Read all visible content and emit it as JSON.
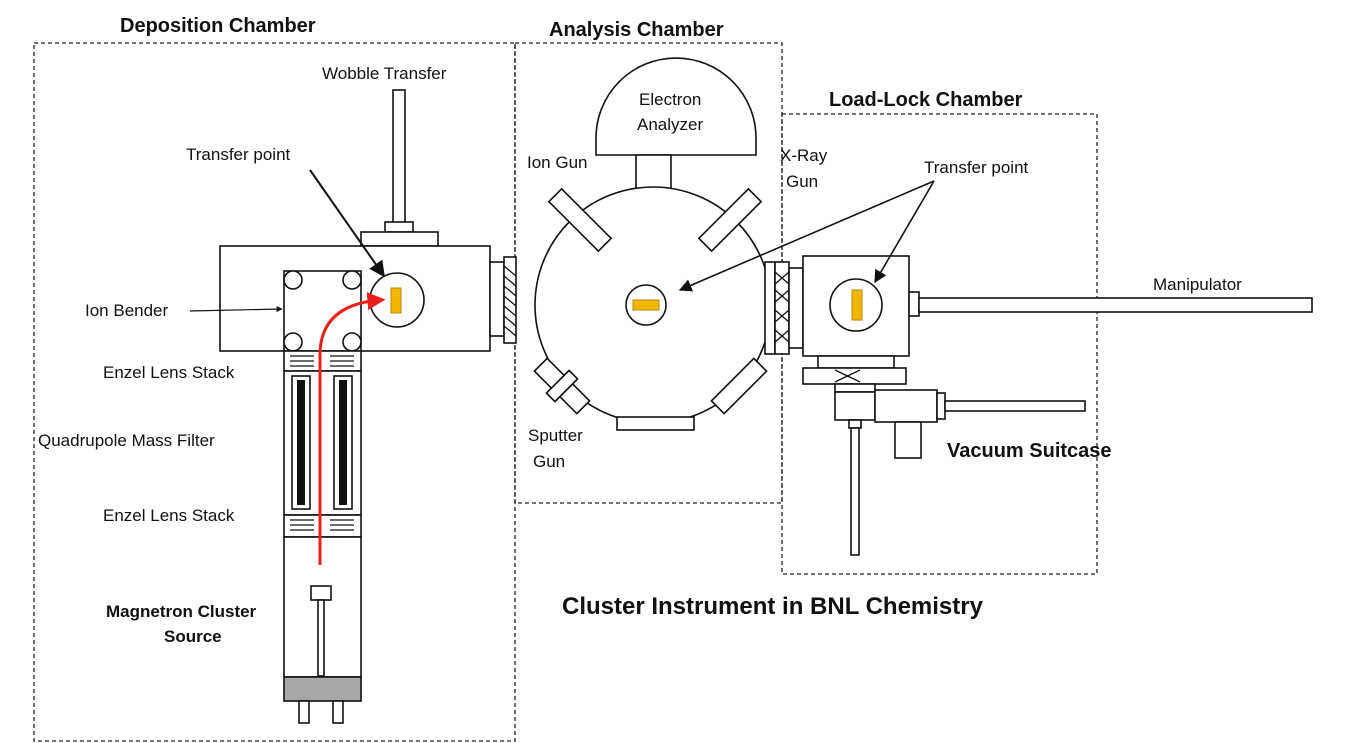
{
  "chambers": {
    "deposition": "Deposition Chamber",
    "analysis": "Analysis Chamber",
    "loadlock": "Load-Lock Chamber"
  },
  "labels": {
    "wobble_transfer": "Wobble Transfer",
    "transfer_point_left": "Transfer point",
    "transfer_point_right": "Transfer point",
    "ion_bender": "Ion Bender",
    "enzel_top": "Enzel Lens Stack",
    "quadrupole": "Quadrupole Mass Filter",
    "enzel_bottom": "Enzel Lens Stack",
    "magnetron_line1": "Magnetron Cluster",
    "magnetron_line2": "Source",
    "electron_line1": "Electron",
    "electron_line2": "Analyzer",
    "ion_gun": "Ion Gun",
    "xray_line1": "X-Ray",
    "xray_line2": "Gun",
    "sputter_line1": "Sputter",
    "sputter_line2": "Gun",
    "manipulator": "Manipulator",
    "vacuum_suitcase": "Vacuum Suitcase"
  },
  "title": "Cluster Instrument in BNL Chemistry",
  "colors": {
    "beam": "#e8201c",
    "sample": "#f2b705",
    "line": "#111111"
  }
}
